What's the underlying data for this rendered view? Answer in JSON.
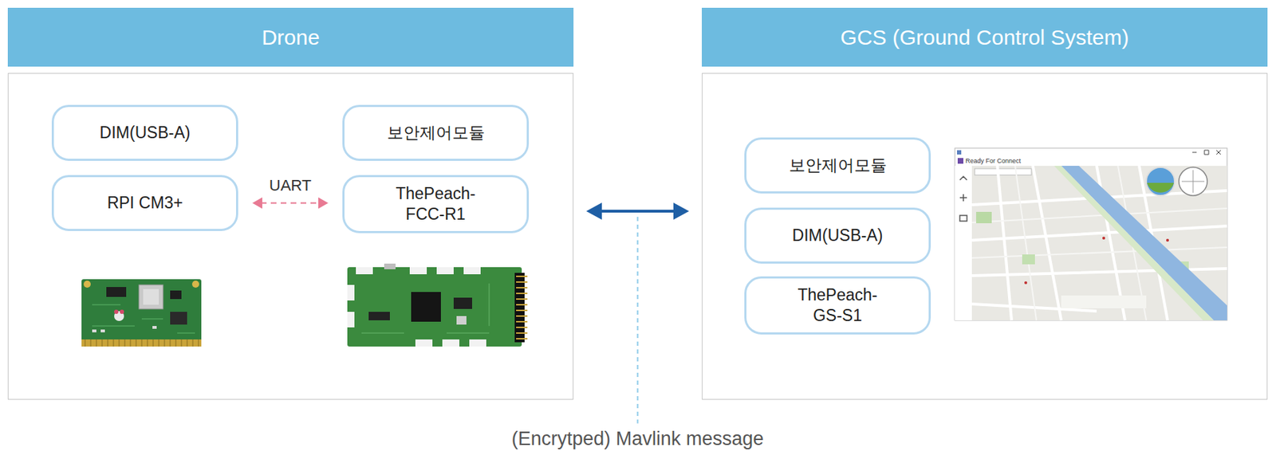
{
  "diagram": {
    "nodes": [
      {
        "text": [
          "Drone"
        ]
      },
      {
        "text": [
          "DIM(USB-A)"
        ],
        "in": 0
      },
      {
        "text": [
          "보안제어모듈"
        ],
        "in": 0
      },
      {
        "text": [
          "RPI CM3+"
        ],
        "in": 0
      },
      {
        "text": [
          "ThePeach- FCC-R1"
        ],
        "in": 0
      },
      {
        "text": [
          "GCS (Ground Control System)"
        ]
      },
      {
        "text": [
          "보안제어모듈"
        ],
        "in": 5
      },
      {
        "text": [
          "DIM(USB-A)"
        ],
        "in": 5
      },
      {
        "text": [
          "ThePeach- GS-S1"
        ],
        "in": 5
      }
    ],
    "edges": [
      {
        "from": 3,
        "to": 4,
        "label": "UART",
        "arrow": "both"
      },
      {
        "from": 0,
        "to": 5,
        "label": "(Encrytped) Mavlink message",
        "arrow": "both"
      }
    ],
    "labels": [
      "Ready For Connect"
    ]
  }
}
